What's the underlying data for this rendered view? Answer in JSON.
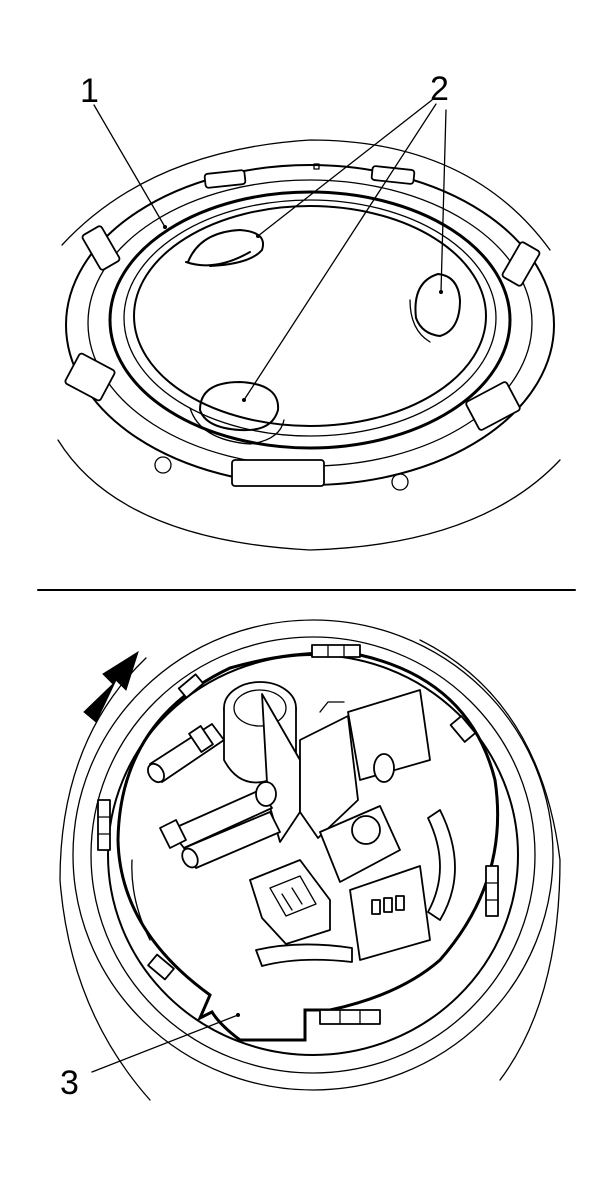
{
  "callouts": {
    "c1": "1",
    "c2": "2",
    "c3": "3"
  },
  "colors": {
    "stroke": "#000000",
    "background": "#ffffff"
  },
  "icons": {
    "rotation_arrow": "arrow-up-right-icon"
  }
}
